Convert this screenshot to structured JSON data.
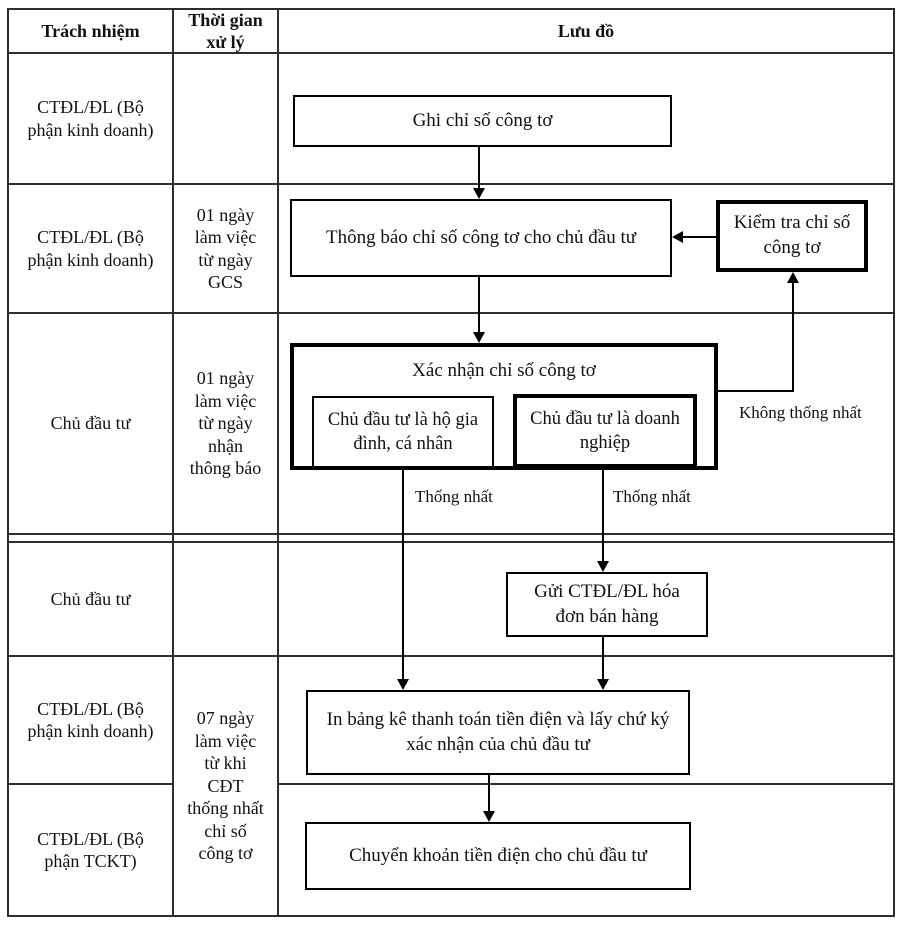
{
  "header": {
    "responsibility": "Trách nhiệm",
    "time": "Thời gian xử lý",
    "flow": "Lưu đồ"
  },
  "rows": [
    {
      "responsibility": "CTĐL/ĐL (Bộ phận kinh doanh)",
      "time": ""
    },
    {
      "responsibility": "CTĐL/ĐL (Bộ phận kinh doanh)",
      "time": "01 ngày làm việc từ ngày GCS"
    },
    {
      "responsibility": "Chủ đầu tư",
      "time": "01 ngày làm việc từ ngày nhận thông báo"
    },
    {
      "responsibility": "Chủ đầu tư",
      "time": ""
    },
    {
      "responsibility": "CTĐL/ĐL (Bộ phận kinh doanh)",
      "time": "07 ngày làm việc từ khi CĐT thống nhất chỉ số công tơ"
    },
    {
      "responsibility": "CTĐL/ĐL (Bộ phận TCKT)",
      "time": ""
    }
  ],
  "flowchart": {
    "nodes": {
      "ghi": "Ghi chỉ số công tơ",
      "thong_bao": "Thông báo chỉ số công tơ cho chủ đầu tư",
      "kiem_tra": "Kiểm tra chỉ số công tơ",
      "xac_nhan": "Xác nhận chỉ số công tơ",
      "ho_gia_dinh": "Chủ đầu tư là hộ gia đình, cá nhân",
      "doanh_nghiep": "Chủ đầu tư là doanh nghiệp",
      "gui_hoa_don": "Gửi CTĐL/ĐL hóa đơn bán hàng",
      "in_bang_ke": "In bảng kê thanh toán tiền điện và lấy chứ ký xác nhận của chủ đầu tư",
      "chuyen_khoan": "Chuyển khoản tiền điện cho chủ đầu tư"
    },
    "edge_labels": {
      "thong_nhat_left": "Thống nhất",
      "thong_nhat_right": "Thống nhất",
      "khong_thong_nhat": "Không thống nhất"
    }
  },
  "colors": {
    "grid_line": "#2e2e2e",
    "connector": "#000000",
    "background": "#ffffff",
    "text": "#111111"
  }
}
